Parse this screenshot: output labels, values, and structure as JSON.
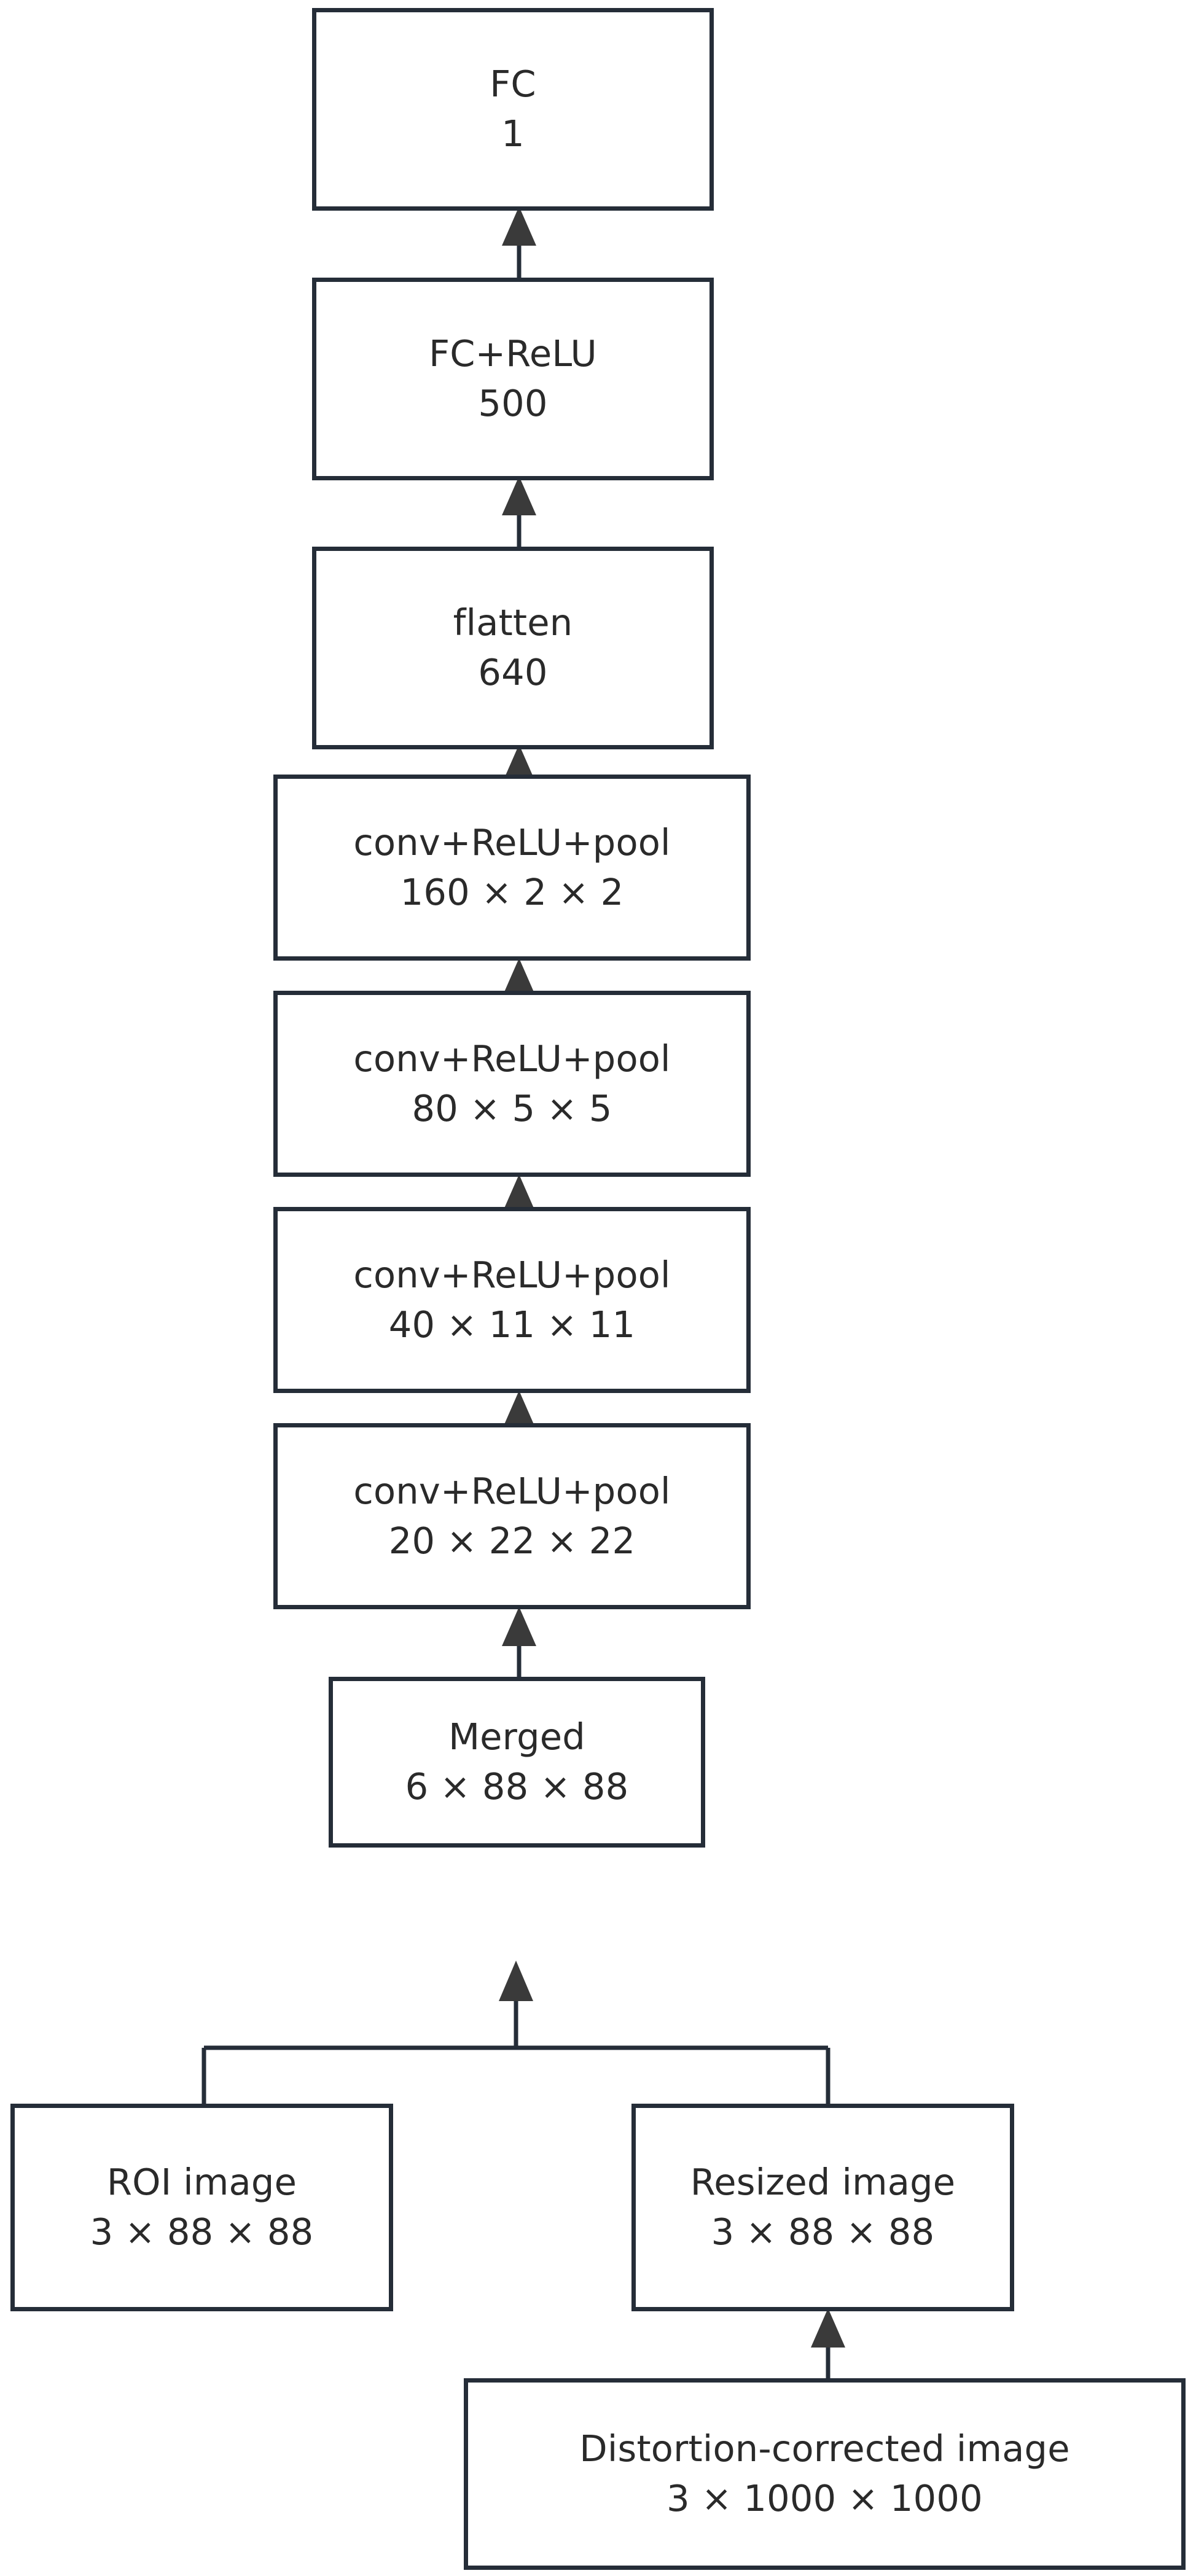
{
  "diagram": {
    "title": "CNN architecture flowchart",
    "stroke_color": "#252d38",
    "text_color": "#2a2a2a",
    "background_color": "#ffffff",
    "flow_direction": "bottom-to-top",
    "nodes": [
      {
        "id": "fc_out",
        "line1": "FC",
        "line2": "1"
      },
      {
        "id": "fc_relu",
        "line1": "FC+ReLU",
        "line2": "500"
      },
      {
        "id": "flatten",
        "line1": "flatten",
        "line2": "640"
      },
      {
        "id": "conv5",
        "line1": "conv+ReLU+pool",
        "line2": "160 × 2 × 2"
      },
      {
        "id": "conv4",
        "line1": "conv+ReLU+pool",
        "line2": "80 × 5 × 5"
      },
      {
        "id": "conv3",
        "line1": "conv+ReLU+pool",
        "line2": "40 × 11 × 11"
      },
      {
        "id": "conv2",
        "line1": "conv+ReLU+pool",
        "line2": "20 × 22 × 22"
      },
      {
        "id": "merged",
        "line1": "Merged",
        "line2": "6 × 88 × 88"
      },
      {
        "id": "roi_image",
        "line1": "ROI image",
        "line2": "3 × 88 × 88"
      },
      {
        "id": "resized_image",
        "line1": "Resized image",
        "line2": "3 × 88 × 88"
      },
      {
        "id": "source_image",
        "line1": "Distortion-corrected image",
        "line2": "3 × 1000 × 1000"
      }
    ],
    "edges": [
      {
        "from": "fc_relu",
        "to": "fc_out",
        "type": "arrow-up"
      },
      {
        "from": "flatten",
        "to": "fc_relu",
        "type": "arrow-up"
      },
      {
        "from": "conv5",
        "to": "flatten",
        "type": "arrow-up"
      },
      {
        "from": "conv4",
        "to": "conv5",
        "type": "arrow-up"
      },
      {
        "from": "conv3",
        "to": "conv4",
        "type": "arrow-up"
      },
      {
        "from": "conv2",
        "to": "conv3",
        "type": "arrow-up"
      },
      {
        "from": "merged",
        "to": "conv2",
        "type": "arrow-up"
      },
      {
        "from": "roi_image,resized_image",
        "to": "merged",
        "type": "fork-arrow-up"
      },
      {
        "from": "source_image",
        "to": "resized_image",
        "type": "arrow-up"
      }
    ]
  }
}
